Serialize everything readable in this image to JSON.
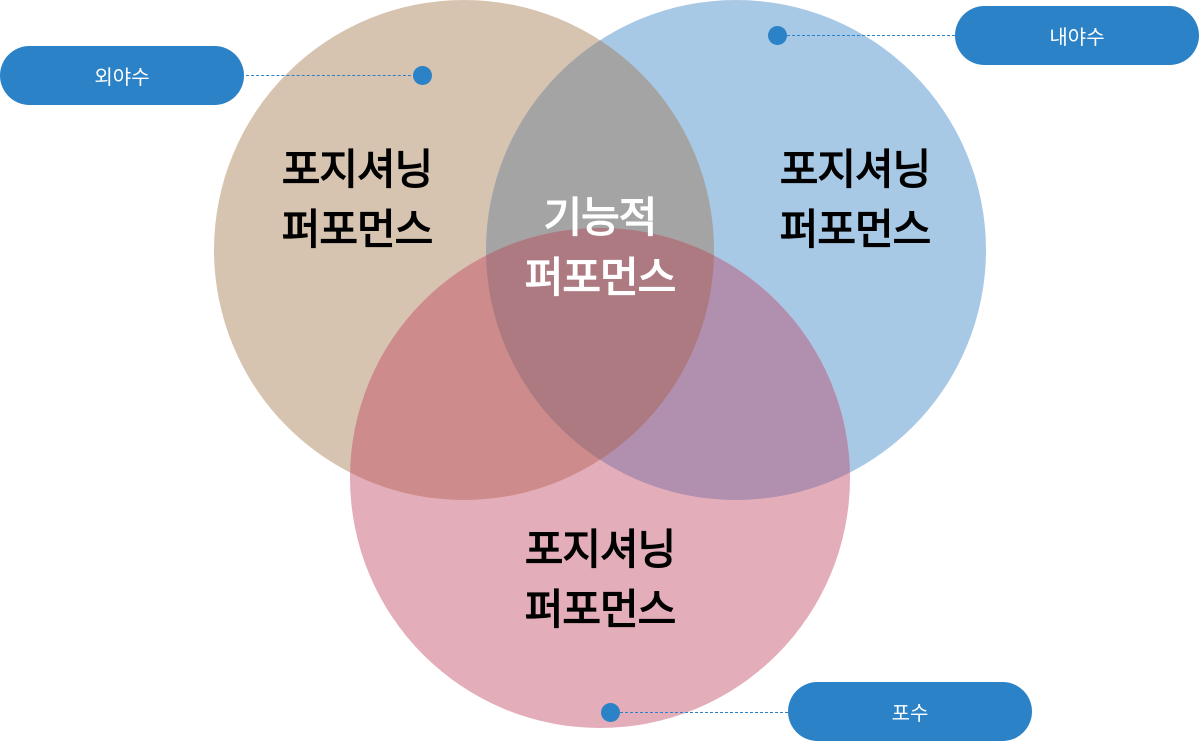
{
  "colors": {
    "left": "#d7c4b0",
    "right": "#a8c9e6",
    "bottom": "#e4adba",
    "left_right": "#a4a4a4",
    "left_bottom": "#cd8b8b",
    "right_bottom": "#b18fae",
    "all": "#ac7a80",
    "accent": "#2c82c7"
  },
  "regions": {
    "left": {
      "line1": "포지셔닝",
      "line2": "퍼포먼스"
    },
    "right": {
      "line1": "포지셔닝",
      "line2": "퍼포먼스"
    },
    "bottom": {
      "line1": "포지셔닝",
      "line2": "퍼포먼스"
    },
    "center": {
      "line1": "기능적",
      "line2": "퍼포먼스"
    }
  },
  "callouts": {
    "left": "외야수",
    "right": "내야수",
    "bottom": "포수"
  }
}
